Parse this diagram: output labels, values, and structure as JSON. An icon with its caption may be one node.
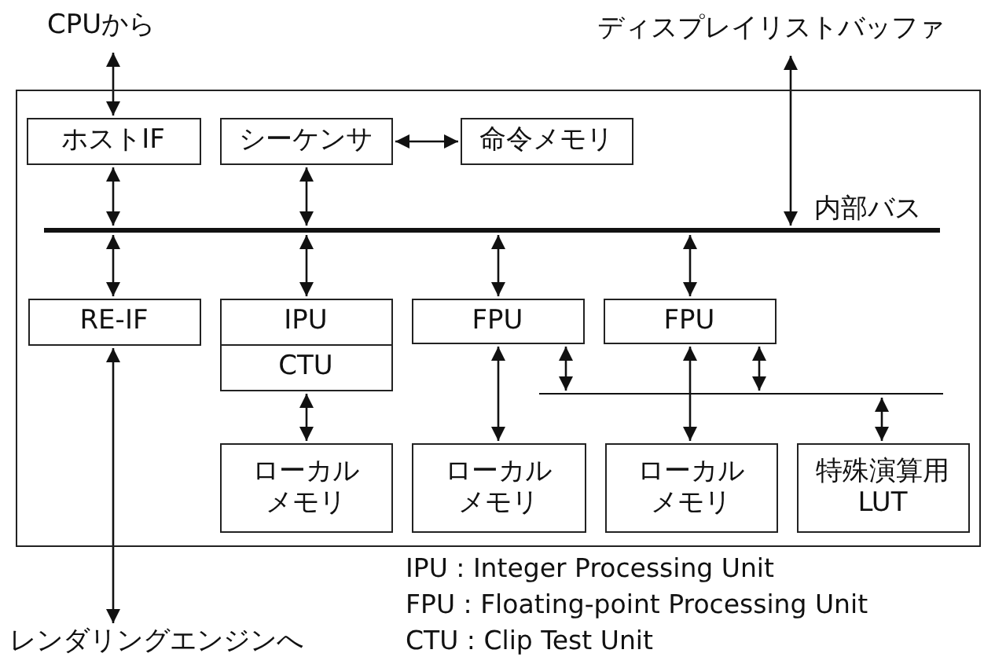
{
  "diagram": {
    "nodes": [
      {
        "text": [],
        "shape": "box"
      },
      {
        "text": [
          "CPUから"
        ]
      },
      {
        "text": [
          "ディスプレイリストバッファ"
        ]
      },
      {
        "text": [
          "ホストIF"
        ],
        "in": 0
      },
      {
        "text": [
          "シーケンサ"
        ],
        "in": 0
      },
      {
        "text": [
          "命令メモリ"
        ],
        "in": 0
      },
      {
        "text": [],
        "shape": "bar",
        "beside": [
          "内部バス"
        ],
        "in": 0
      },
      {
        "text": [
          "RE-IF"
        ],
        "in": 0
      },
      {
        "text": [
          "IPU"
        ],
        "in": 0
      },
      {
        "text": [
          "CTU"
        ],
        "in": 0
      },
      {
        "text": [
          "FPU"
        ],
        "in": 0
      },
      {
        "text": [
          "FPU"
        ],
        "in": 0
      },
      {
        "text": [],
        "shape": "bar",
        "in": 0
      },
      {
        "text": [
          "ローカルメモリ"
        ],
        "in": 0
      },
      {
        "text": [
          "ローカルメモリ"
        ],
        "in": 0
      },
      {
        "text": [
          "ローカルメモリ"
        ],
        "in": 0
      },
      {
        "text": [
          "特殊演算用LUT"
        ],
        "in": 0
      },
      {
        "text": [
          "レンダリングエンジンへ"
        ]
      }
    ],
    "edges": [
      {
        "from": 1,
        "to": 3,
        "arrow": "both"
      },
      {
        "from": 2,
        "to": 6,
        "arrow": "both"
      },
      {
        "from": 3,
        "to": 6,
        "arrow": "both"
      },
      {
        "from": 4,
        "to": 5,
        "arrow": "both"
      },
      {
        "from": 4,
        "to": 6,
        "arrow": "both"
      },
      {
        "from": 6,
        "to": 7,
        "arrow": "both"
      },
      {
        "from": 6,
        "to": 8,
        "arrow": "both"
      },
      {
        "from": 6,
        "to": 10,
        "arrow": "both"
      },
      {
        "from": 6,
        "to": 11,
        "arrow": "both"
      },
      {
        "from": 9,
        "to": 13,
        "arrow": "both"
      },
      {
        "from": 10,
        "to": 14,
        "arrow": "both"
      },
      {
        "from": 10,
        "to": 12,
        "arrow": "both"
      },
      {
        "from": 11,
        "to": 15,
        "arrow": "both"
      },
      {
        "from": 11,
        "to": 12,
        "arrow": "both"
      },
      {
        "from": 12,
        "to": 16,
        "arrow": "both"
      },
      {
        "from": 7,
        "to": 17,
        "arrow": "both"
      }
    ],
    "labels": [
      "IPU : Integer Processing Unit",
      "FPU : Floating-point Processing Unit",
      "CTU : Clip Test Unit"
    ]
  }
}
